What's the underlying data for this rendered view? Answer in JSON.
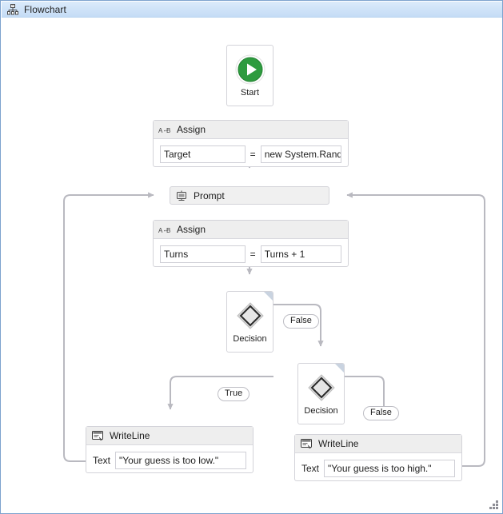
{
  "window": {
    "title": "Flowchart",
    "icon": "flowchart-hierarchy-icon",
    "title_bar_color": "#cfe3f8",
    "border_color": "#7da2ce",
    "canvas_color": "#ffffff"
  },
  "palette": {
    "node_border": "#d3d3d9",
    "node_header_bg": "#eeeeee",
    "connector": "#b9b9c0",
    "start_green": "#2e9b3f",
    "decision_corner": "#c9d3e0",
    "text": "#1e1e1e"
  },
  "nodes": {
    "start": {
      "label": "Start",
      "icon": "play-circle-icon"
    },
    "assign_target": {
      "title": "Assign",
      "icon": "assign-ab-icon",
      "lhs": "Target",
      "operator": "=",
      "rhs": "new System.Randor"
    },
    "prompt": {
      "title": "Prompt",
      "icon": "prompt-display-icon"
    },
    "assign_turns": {
      "title": "Assign",
      "icon": "assign-ab-icon",
      "lhs": "Turns",
      "operator": "=",
      "rhs": "Turns + 1"
    },
    "decision_1": {
      "label": "Decision",
      "icon": "diamond-decision-icon"
    },
    "decision_2": {
      "label": "Decision",
      "icon": "diamond-decision-icon"
    },
    "writeline_low": {
      "title": "WriteLine",
      "icon": "writeline-console-icon",
      "field_label": "Text",
      "value": "\"Your guess is too low.\""
    },
    "writeline_high": {
      "title": "WriteLine",
      "icon": "writeline-console-icon",
      "field_label": "Text",
      "value": "\"Your guess is too high.\""
    }
  },
  "edges": {
    "false_1": "False",
    "true_1": "True",
    "false_2": "False"
  },
  "grip": {
    "icon": "resize-grip-icon"
  }
}
